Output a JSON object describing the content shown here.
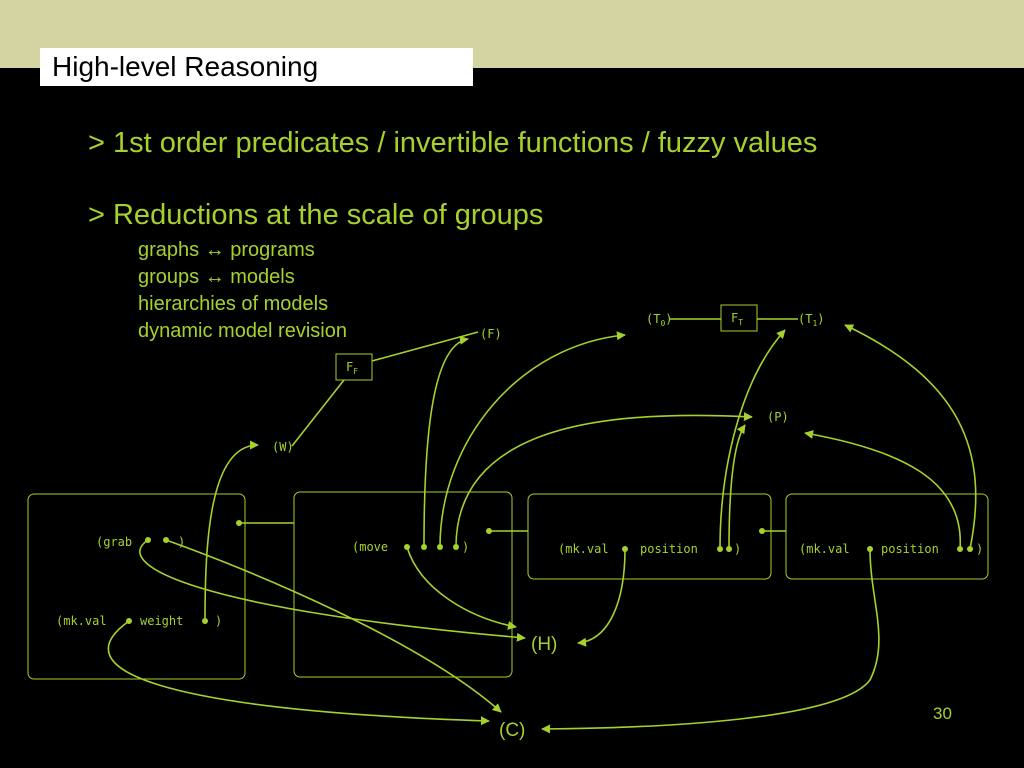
{
  "title": "High-level Reasoning",
  "bullets": [
    "> 1st order predicates / invertible functions / fuzzy values",
    "> Reductions at the scale of groups"
  ],
  "subitems": [
    "graphs ↔ programs",
    "groups ↔ models",
    "hierarchies of models",
    "dynamic model revision"
  ],
  "page_number": "30",
  "diagram": {
    "function_boxes": {
      "f_f": {
        "base": "F",
        "sub": "F"
      },
      "f_t": {
        "base": "F",
        "sub": "T"
      }
    },
    "nodes": {
      "f": "(F)",
      "w": "(W)",
      "p": "(P)",
      "t0_open": "(T",
      "t0_sub": "0",
      "t0_close": ")",
      "t1_open": "(T",
      "t1_sub": "1",
      "t1_close": ")",
      "h": "(H)",
      "c": "(C)"
    },
    "expressions": {
      "grab_open": "(grab",
      "grab_close": ")",
      "weight_open": "(mk.val",
      "weight_mid": "weight",
      "weight_close": ")",
      "move_open": "(move",
      "move_close": ")",
      "pos1_open": "(mk.val",
      "pos1_mid": "position",
      "pos1_close": ")",
      "pos2_open": "(mk.val",
      "pos2_mid": "position",
      "pos2_close": ")"
    }
  },
  "colors": {
    "accent": "#a6d12d",
    "band": "#d4d4a2",
    "background": "#000000",
    "title_box": "#ffffff"
  }
}
